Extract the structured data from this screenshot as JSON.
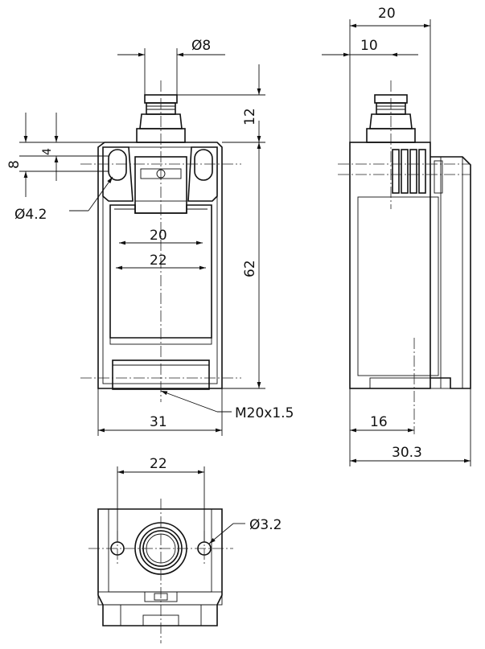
{
  "dimensions": {
    "top_diameter": "Ø8",
    "height_12": "12",
    "dim_8": "8",
    "dim_4": "4",
    "hole_diameter": "Ø4.2",
    "width_20": "20",
    "width_22": "22",
    "height_62": "62",
    "thread": "M20x1.5",
    "width_31": "31",
    "side_20": "20",
    "side_10": "10",
    "side_16": "16",
    "side_30_3": "30.3",
    "bottom_22": "22",
    "bottom_hole": "Ø3.2"
  }
}
